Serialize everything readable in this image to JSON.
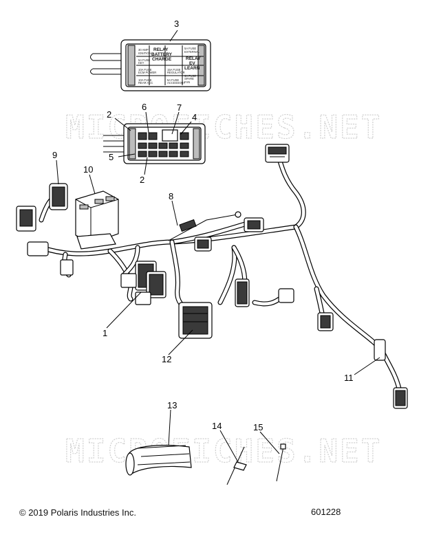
{
  "watermark": {
    "text": "MICROFICHES.NET"
  },
  "callouts": [
    {
      "id": "c1",
      "label": "1"
    },
    {
      "id": "c2a",
      "label": "2"
    },
    {
      "id": "c2b",
      "label": "2"
    },
    {
      "id": "c3",
      "label": "3"
    },
    {
      "id": "c4",
      "label": "4"
    },
    {
      "id": "c5",
      "label": "5"
    },
    {
      "id": "c6",
      "label": "6"
    },
    {
      "id": "c7",
      "label": "7"
    },
    {
      "id": "c8",
      "label": "8"
    },
    {
      "id": "c9",
      "label": "9"
    },
    {
      "id": "c10",
      "label": "10"
    },
    {
      "id": "c11",
      "label": "11"
    },
    {
      "id": "c12",
      "label": "12"
    },
    {
      "id": "c13",
      "label": "13"
    },
    {
      "id": "c14",
      "label": "14"
    },
    {
      "id": "c15",
      "label": "15"
    }
  ],
  "fuse_box_lid": {
    "relay_battery": [
      "RELAY",
      "BATTERY",
      "CHARGE"
    ],
    "relay_ev": [
      "RELAY",
      "EV",
      "LEARN"
    ]
  },
  "footer": {
    "copyright": "© 2019 Polaris Industries Inc.",
    "part_number": "601228"
  }
}
